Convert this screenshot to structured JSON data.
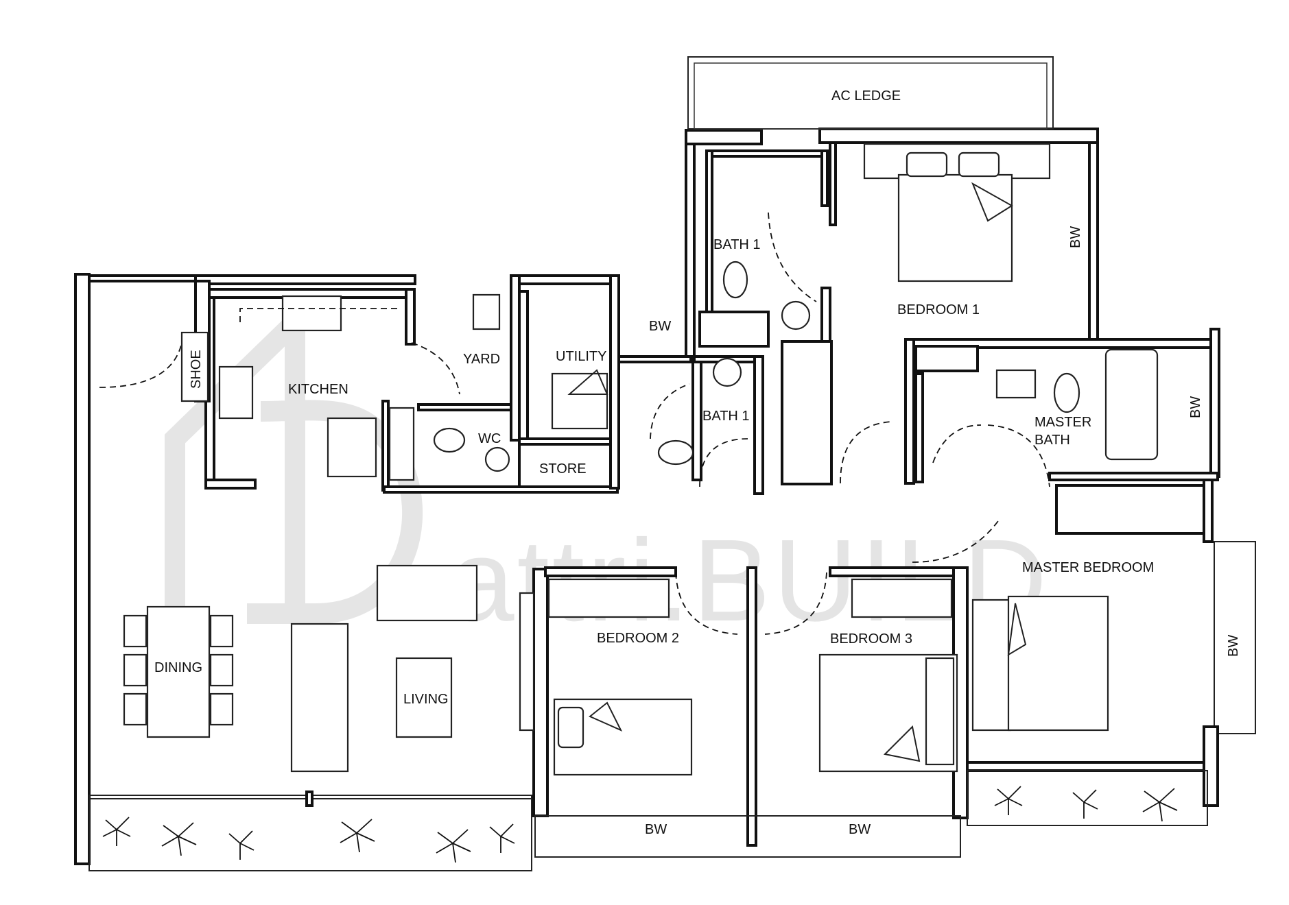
{
  "watermark": {
    "text": "attri.BUILD"
  },
  "rooms": {
    "ac_ledge": "AC LEDGE",
    "bedroom_1": "BEDROOM 1",
    "bath_1_upper": "BATH 1",
    "bath_1_lower": "BATH 1",
    "bw_bedroom1": "BW",
    "bw_top": "BW",
    "utility": "UTILITY",
    "yard": "YARD",
    "kitchen": "KITCHEN",
    "shoe": "SHOE",
    "wc": "WC",
    "store": "STORE",
    "master_bath_line1": "MASTER",
    "master_bath_line2": "BATH",
    "bw_master_bath": "BW",
    "master_bedroom": "MASTER BEDROOM",
    "bw_master_bedroom": "BW",
    "bedroom_2": "BEDROOM 2",
    "bedroom_3": "BEDROOM 3",
    "dining": "DINING",
    "living": "LIVING",
    "bw_bedroom2": "BW",
    "bw_bedroom3": "BW"
  },
  "colors": {
    "wall": "#111111",
    "watermark": "#cfcfcf",
    "background": "#ffffff"
  }
}
